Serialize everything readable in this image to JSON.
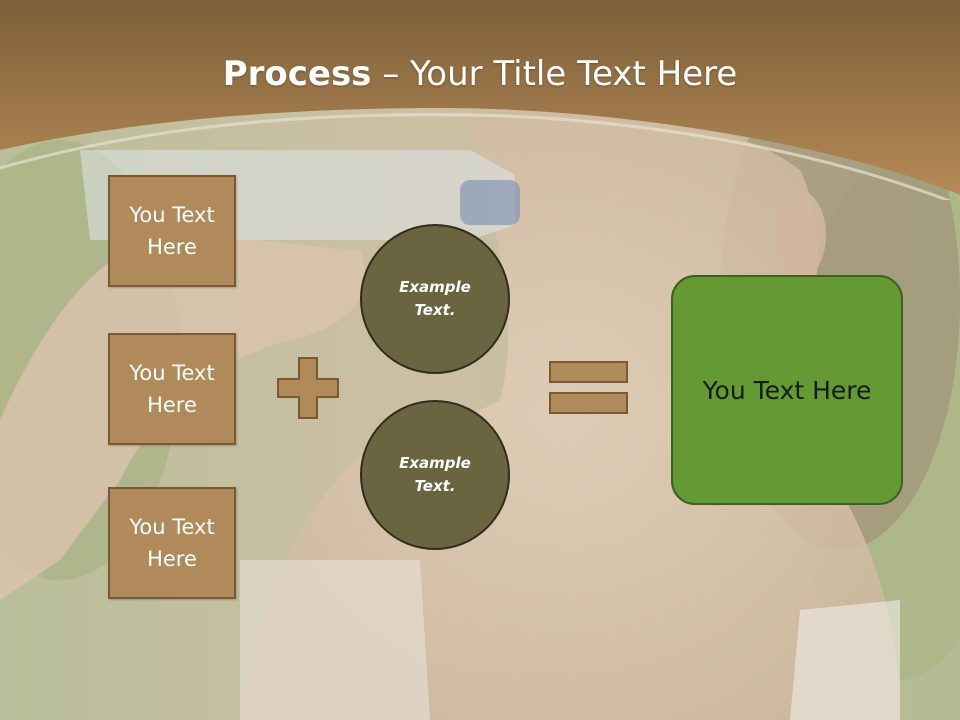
{
  "slide": {
    "title_bold": "Process",
    "title_rest": " – Your Title Text Here",
    "boxes": [
      "You Text Here",
      "You Text Here",
      "You Text Here"
    ],
    "circles": [
      "Example Text.",
      "Example Text."
    ],
    "result": "You Text Here"
  },
  "colors": {
    "banner": "#a9834f",
    "box_fill": "#b08a5a",
    "circle_fill": "#6a6440",
    "result_fill": "#659934"
  },
  "icons": {
    "plus": "plus-icon",
    "equals": "equals-icon"
  }
}
